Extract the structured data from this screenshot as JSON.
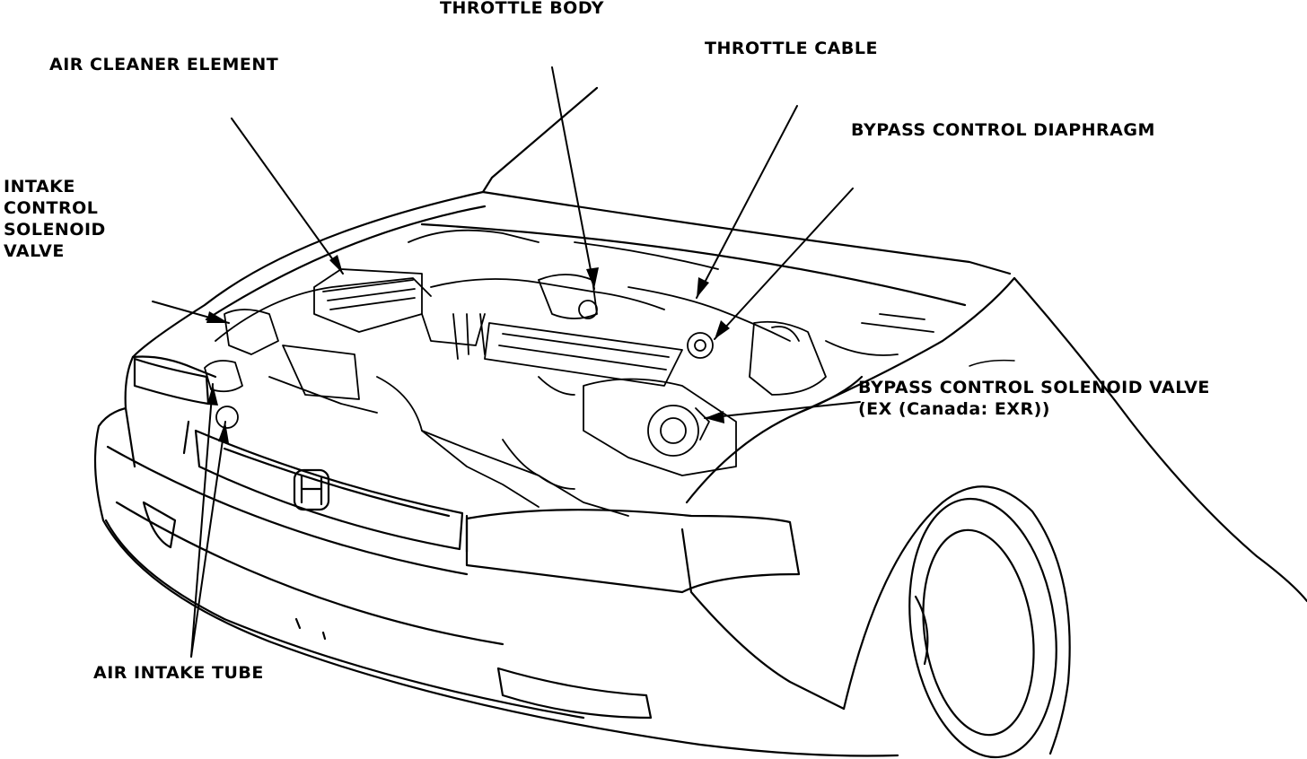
{
  "labels": {
    "throttle_body": "THROTTLE BODY",
    "throttle_cable": "THROTTLE CABLE",
    "air_cleaner_element": "AIR CLEANER ELEMENT",
    "bypass_control_diaphragm": "BYPASS CONTROL DIAPHRAGM",
    "intake_control_solenoid_valve": [
      "INTAKE",
      "CONTROL",
      "SOLENOID",
      "VALVE"
    ],
    "bypass_control_solenoid_valve": "BYPASS CONTROL SOLENOID VALVE",
    "bypass_control_solenoid_valve_note": "(EX (Canada: EXR))",
    "air_intake_tube": "AIR INTAKE TUBE"
  },
  "colors": {
    "ink": "#000000",
    "paper": "#ffffff"
  },
  "illustration": {
    "subject": "car-front-open-hood-engine-bay"
  }
}
